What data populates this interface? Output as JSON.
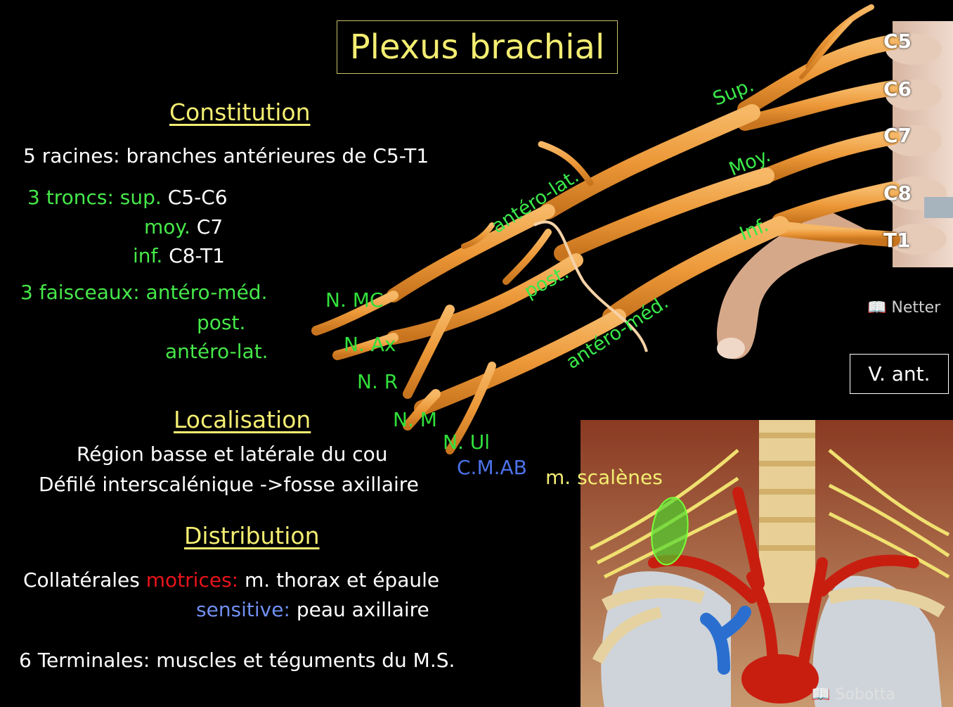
{
  "title": "Plexus brachial",
  "constitution": {
    "heading": "Constitution",
    "roots": "5 racines: branches antérieures de C5-T1",
    "trunks_label": "3 troncs:",
    "trunks": [
      {
        "name": "sup.",
        "roots": "C5-C6"
      },
      {
        "name": "moy.",
        "roots": "C7"
      },
      {
        "name": "inf.",
        "roots": "C8-T1"
      }
    ],
    "cords_label": "3 faisceaux:",
    "cords": [
      "antéro-méd.",
      "post.",
      "antéro-lat."
    ]
  },
  "localisation": {
    "heading": "Localisation",
    "lines": [
      "Région basse et latérale du cou",
      "Défilé interscalénique ->fosse axillaire"
    ]
  },
  "distribution": {
    "heading": "Distribution",
    "collaterales_label": "Collatérales",
    "motrices_label": "motrices:",
    "motrices_text": "m. thorax et épaule",
    "sensitive_label": "sensitive:",
    "sensitive_text": "peau axillaire",
    "terminales": "6 Terminales: muscles et téguments du M.S."
  },
  "figure_top": {
    "roots": [
      "C5",
      "C6",
      "C7",
      "C8",
      "T1"
    ],
    "trunk_labels": [
      "Sup.",
      "Moy.",
      "Inf."
    ],
    "cord_labels": [
      "antéro-lat.",
      "post.",
      "antéro-méd."
    ],
    "nerve_labels": [
      "N. MC",
      "N. Ax",
      "N. R",
      "N. M",
      "N. Ul"
    ],
    "cmab_label": "C.M.AB",
    "credit": "Netter",
    "view_label": "V. ant."
  },
  "figure_bottom": {
    "scalene_label": "m. scalènes",
    "credit": "Sobotta"
  },
  "colors": {
    "title": "#f4ee72",
    "heading": "#f4ee72",
    "green": "#46e84a",
    "motrices": "#e8141a",
    "sensitive": "#6f8ff0",
    "nerve": "#f0a040",
    "background": "#000000"
  }
}
